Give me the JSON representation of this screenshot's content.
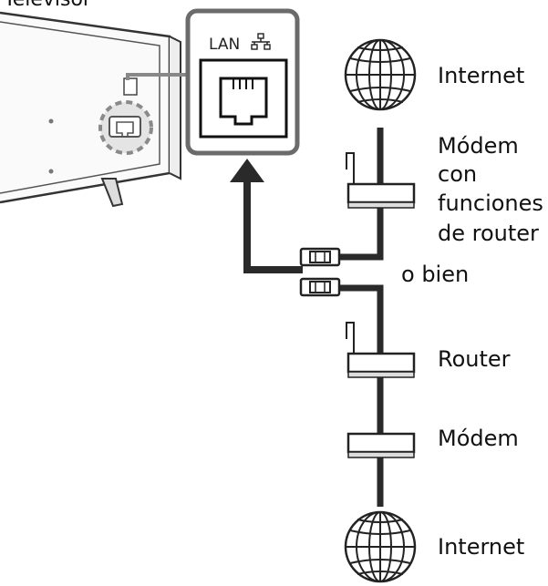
{
  "header": {
    "tv_caption": "Televisor"
  },
  "lan_panel": {
    "label": "LAN"
  },
  "labels": {
    "internet_top": "Internet",
    "modem_router_lines": [
      "Módem",
      "con",
      "funciones",
      "de router"
    ],
    "or_text": "o bien",
    "router": "Router",
    "modem": "Módem",
    "internet_bottom": "Internet"
  },
  "colors": {
    "cable": "#2a2a2a",
    "outline": "#333333",
    "panel_border": "#6b6b6b",
    "dashed": "#8a8a8a"
  },
  "icons": [
    "globe-icon",
    "network-icon",
    "ethernet-port-icon",
    "rj45-connector-icon",
    "arrow-up-icon"
  ]
}
